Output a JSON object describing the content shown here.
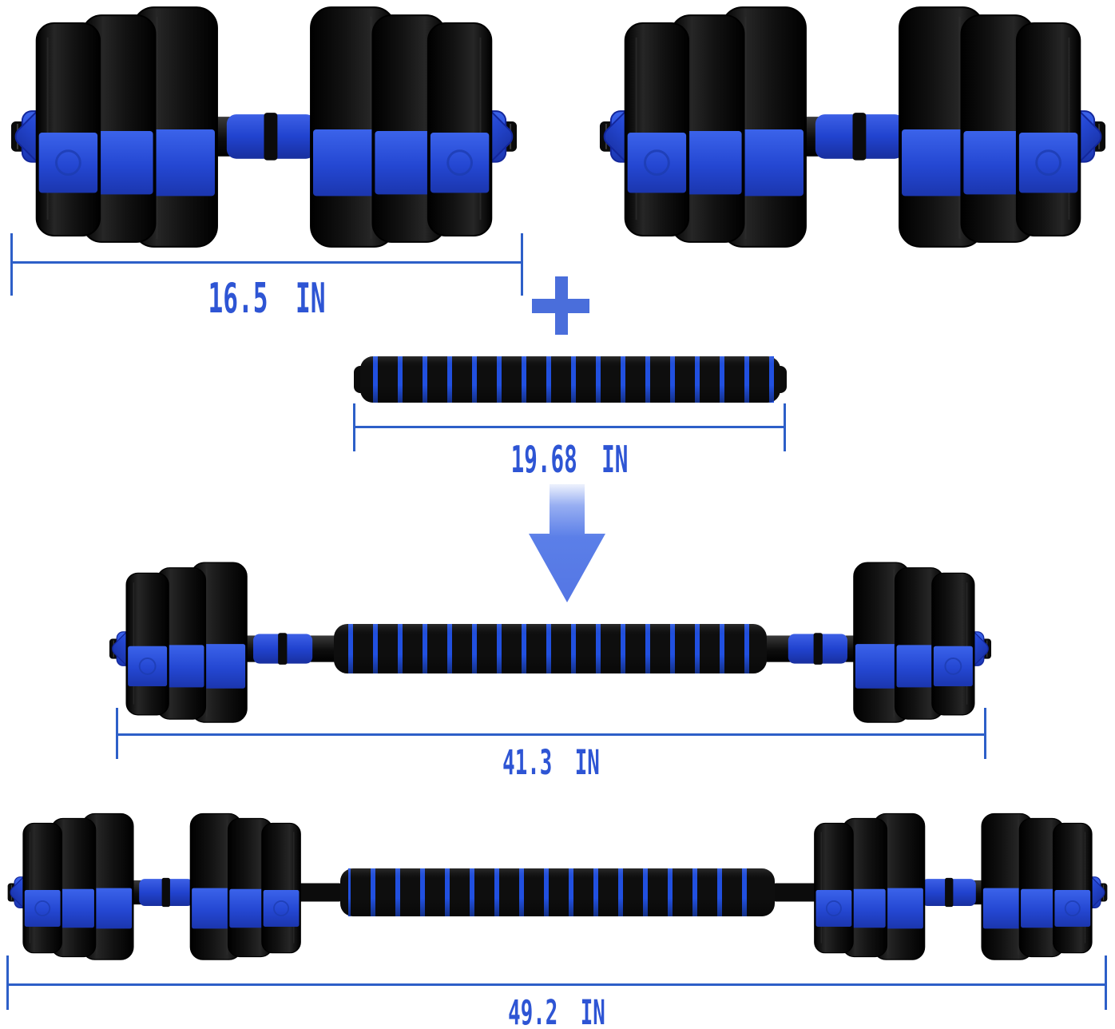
{
  "diagram": {
    "type": "product-dimension-diagram",
    "background": "#ffffff"
  },
  "labels": {
    "dumbbell_length": "16.5 IN",
    "bar_length": "19.68 IN",
    "barbell_length": "41.3 IN",
    "extended_length": "49.2 IN"
  },
  "icons": {
    "plus": "plus-icon",
    "down_arrow": "down-arrow-icon"
  },
  "colors": {
    "product_blue": "#2a4ed8",
    "foam_ring_blue": "#2150e0",
    "product_black": "#101010",
    "dimension_line_blue": "#2d5fc8",
    "label_text_blue": "#2e55d4",
    "plus_icon_blue": "#4a6edb",
    "arrow_icon_blue": "#5b7fe8",
    "background": "#ffffff"
  },
  "components": {
    "dumbbell_left": "dumbbell",
    "dumbbell_right": "dumbbell",
    "connecting_bar": "connecting-bar",
    "barbell": "assembled-barbell",
    "extended_barbell": "extended-barbell"
  }
}
